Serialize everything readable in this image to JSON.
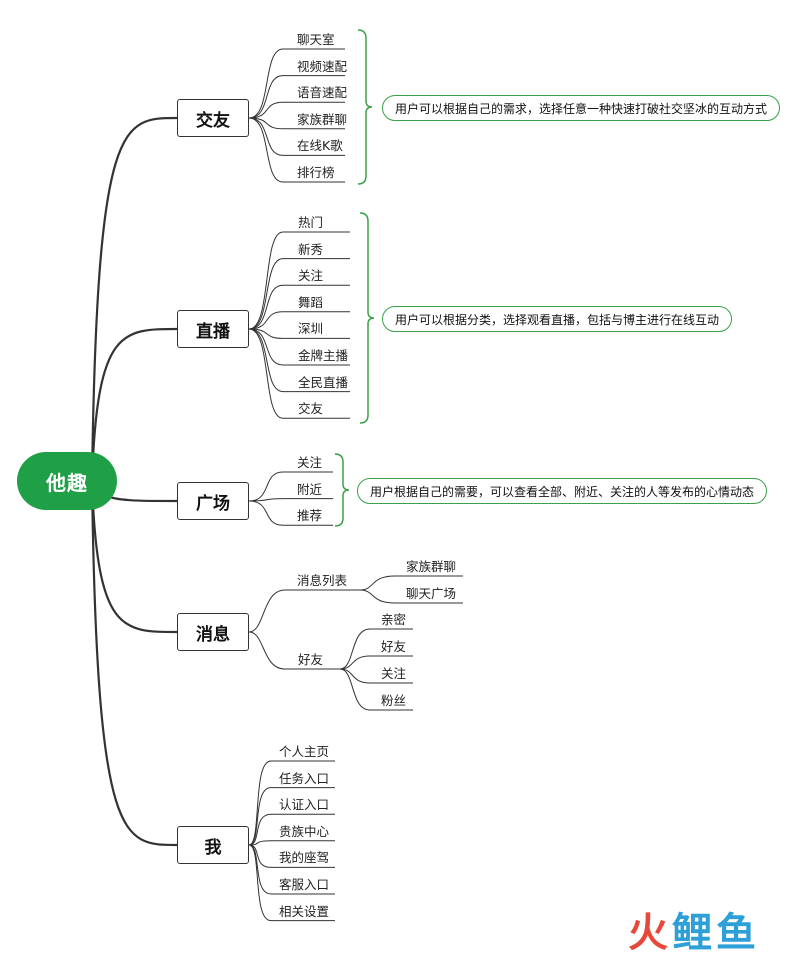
{
  "root": "他趣",
  "branches": [
    {
      "label": "交友",
      "items": [
        "聊天室",
        "视频速配",
        "语音速配",
        "家族群聊",
        "在线K歌",
        "排行榜"
      ],
      "note": "用户可以根据自己的需求，选择任意一种快速打破社交坚冰的互动方式"
    },
    {
      "label": "直播",
      "items": [
        "热门",
        "新秀",
        "关注",
        "舞蹈",
        "深圳",
        "金牌主播",
        "全民直播",
        "交友"
      ],
      "note": "用户可以根据分类，选择观看直播，包括与博主进行在线互动"
    },
    {
      "label": "广场",
      "items": [
        "关注",
        "附近",
        "推荐"
      ],
      "note": "用户根据自己的需要，可以查看全部、附近、关注的人等发布的心情动态"
    },
    {
      "label": "消息",
      "groups": [
        {
          "label": "消息列表",
          "items": [
            "家族群聊",
            "聊天广场"
          ]
        },
        {
          "label": "好友",
          "items": [
            "亲密",
            "好友",
            "关注",
            "粉丝"
          ]
        }
      ]
    },
    {
      "label": "我",
      "items": [
        "个人主页",
        "任务入口",
        "认证入口",
        "贵族中心",
        "我的座驾",
        "客服入口",
        "相关设置"
      ]
    }
  ],
  "watermark": "火鲤鱼",
  "colors": {
    "root_fill": "#1fa047",
    "brace": "#3aa14a",
    "line": "#333333",
    "watermark_red": "#e8483a",
    "watermark_blue": "#2f9fd8"
  }
}
